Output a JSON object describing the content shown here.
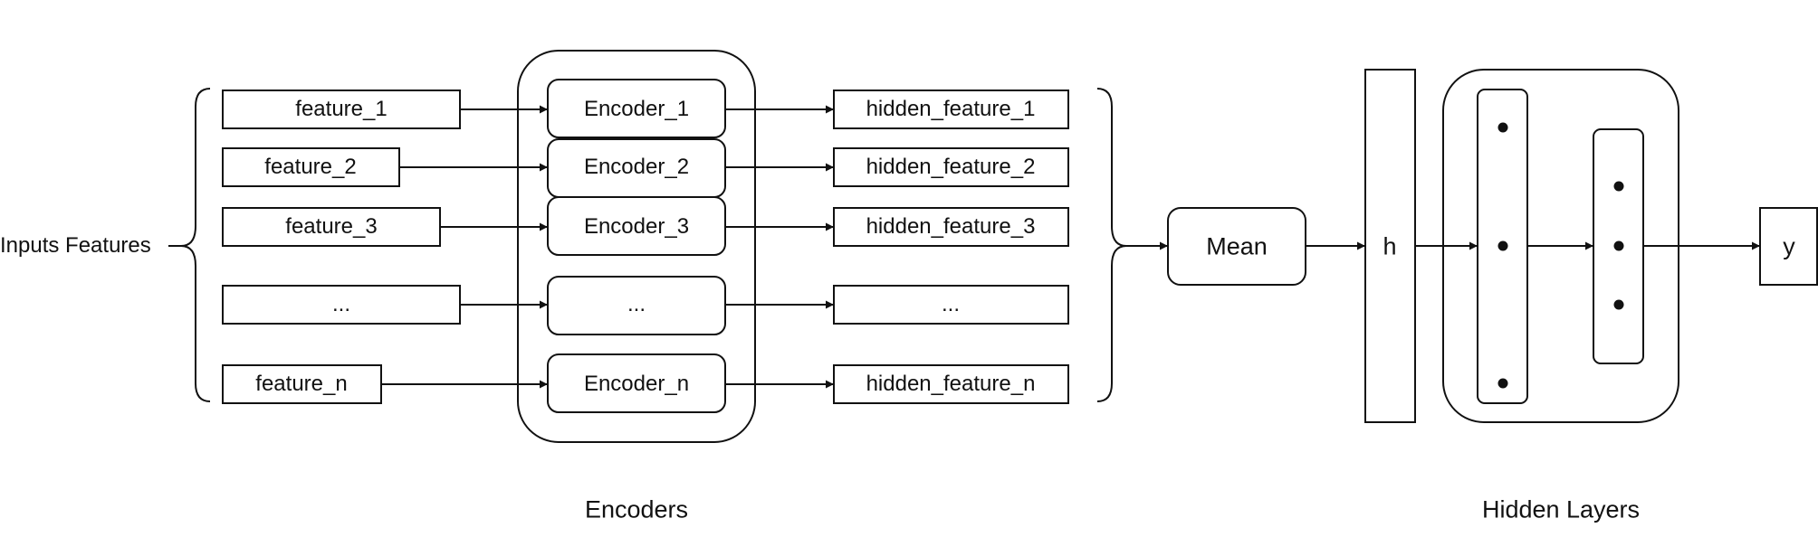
{
  "inputs": {
    "label": "Inputs Features",
    "features": [
      "feature_1",
      "feature_2",
      "feature_3",
      "...",
      "feature_n"
    ]
  },
  "encoders": {
    "group_label": "Encoders",
    "items": [
      "Encoder_1",
      "Encoder_2",
      "Encoder_3",
      "...",
      "Encoder_n"
    ]
  },
  "hidden_features": [
    "hidden_feature_1",
    "hidden_feature_2",
    "hidden_feature_3",
    "...",
    "hidden_feature_n"
  ],
  "mean": {
    "label": "Mean"
  },
  "h": {
    "label": "h"
  },
  "hidden_layers": {
    "group_label": "Hidden Layers"
  },
  "output": {
    "label": "y"
  },
  "colors": {
    "stroke": "#111111",
    "background": "#ffffff"
  }
}
